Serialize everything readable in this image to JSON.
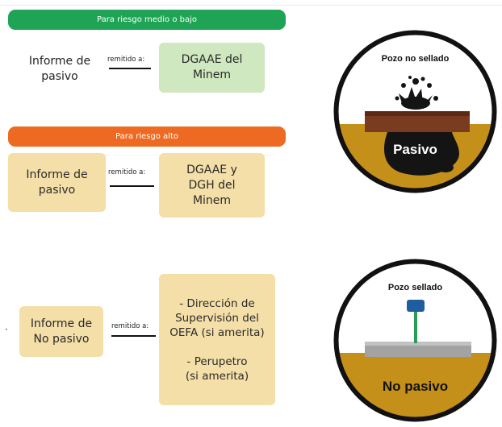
{
  "sections": [
    {
      "banner": "Para riesgo medio o bajo",
      "left_label": "Informe de\npasivo",
      "connector": "remitido a:",
      "target": "DGAAE del\nMinem"
    },
    {
      "banner": "Para riesgo alto",
      "left_label": "Informe de\npasivo",
      "connector": "remitido a:",
      "target": "DGAAE y\nDGH del\nMinem"
    },
    {
      "banner": "",
      "left_label": "Informe de\nNo pasivo",
      "connector": "remitido a:",
      "target": "- Dirección de\nSupervisión del\nOEFA  (si amerita)\n\n- Perupetro\n(si amerita)"
    }
  ],
  "illustrations": {
    "top": {
      "caption": "Pozo no sellado",
      "label": "Pasivo"
    },
    "bottom": {
      "caption": "Pozo sellado",
      "label": "No pasivo"
    }
  },
  "colors": {
    "green": "#1fa455",
    "orange": "#ee6a22",
    "light_green": "#cfe8bf",
    "beige": "#f4dfa8",
    "soil": "#c4901a",
    "ink": "#111111",
    "slab_brown": "#7a3c20",
    "slab_gray": "#a3a3a3",
    "cap_blue": "#1f5e9e",
    "pipe_green": "#2e9a5a"
  },
  "icons": [
    "oil-splash-icon",
    "sealed-valve-icon"
  ]
}
